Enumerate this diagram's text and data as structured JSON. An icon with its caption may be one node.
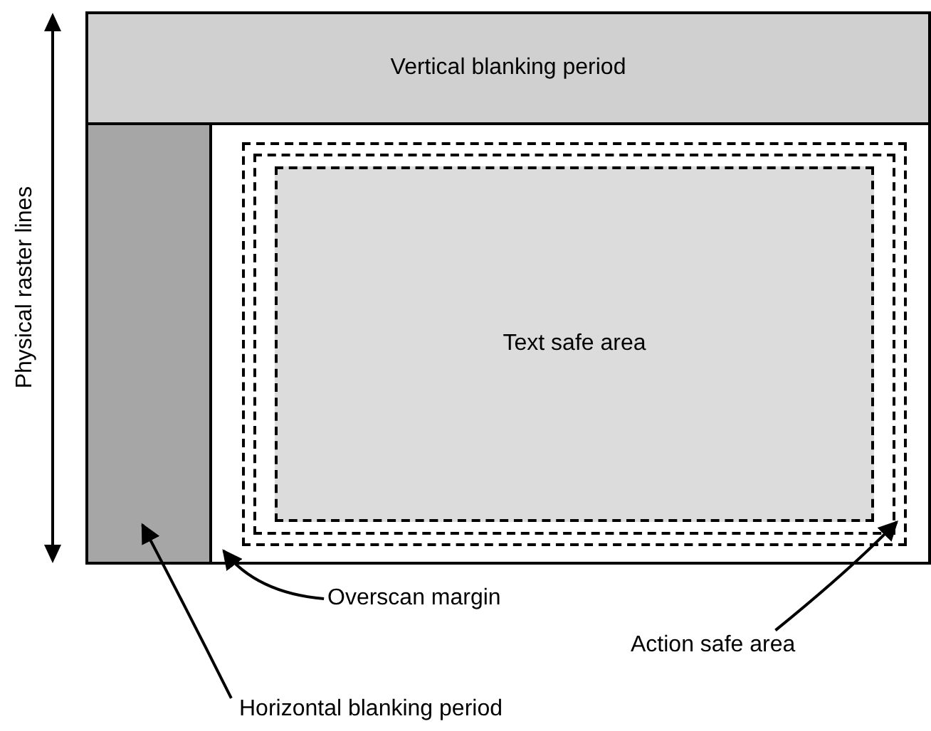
{
  "diagram": {
    "nodes": [
      {
        "text": [
          "Vertical blanking period"
        ]
      },
      {
        "text": [],
        "shape": "bar"
      },
      {
        "text": [],
        "shape": "box"
      },
      {
        "text": [],
        "shape": "box",
        "in": 2
      },
      {
        "text": [
          "Text safe area"
        ],
        "in": 3
      },
      {
        "text": [
          "Overscan margin"
        ]
      },
      {
        "text": [
          "Action safe area"
        ]
      },
      {
        "text": [
          "Horizontal blanking period"
        ]
      }
    ],
    "edges": [
      {
        "from": 5,
        "to": 2,
        "arrow": "to"
      },
      {
        "from": 6,
        "to": 3,
        "arrow": "to"
      },
      {
        "from": 7,
        "to": 1,
        "arrow": "to"
      }
    ],
    "labels": [
      "Physical raster lines"
    ]
  }
}
